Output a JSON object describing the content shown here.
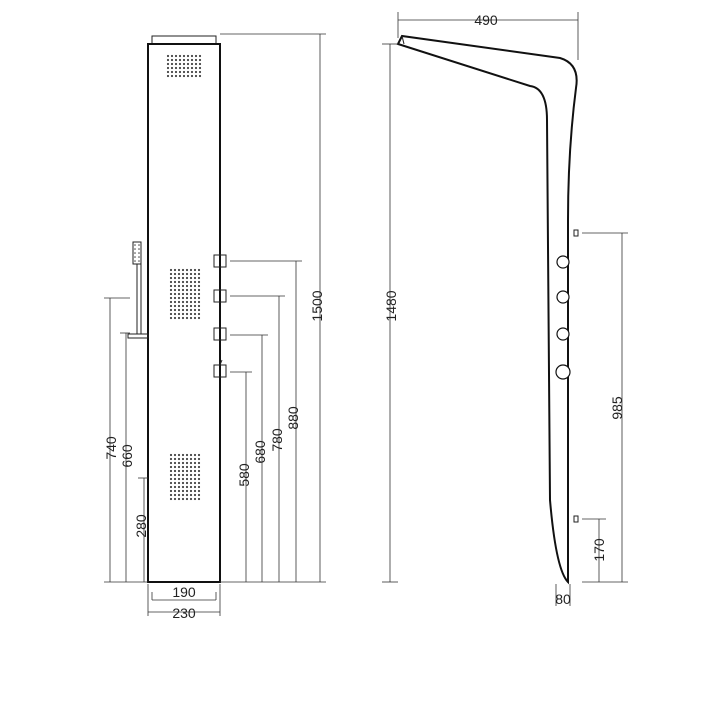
{
  "front_view": {
    "height_label": "1500",
    "width_inner_label": "190",
    "width_outer_label": "230",
    "outlet_labels": [
      "880",
      "780",
      "680",
      "580"
    ],
    "left_labels": [
      "740",
      "660",
      "280"
    ]
  },
  "side_view": {
    "depth_label": "490",
    "height_label": "1480",
    "outlet_span_label": "985",
    "bottom_label": "170",
    "base_label": "80"
  }
}
